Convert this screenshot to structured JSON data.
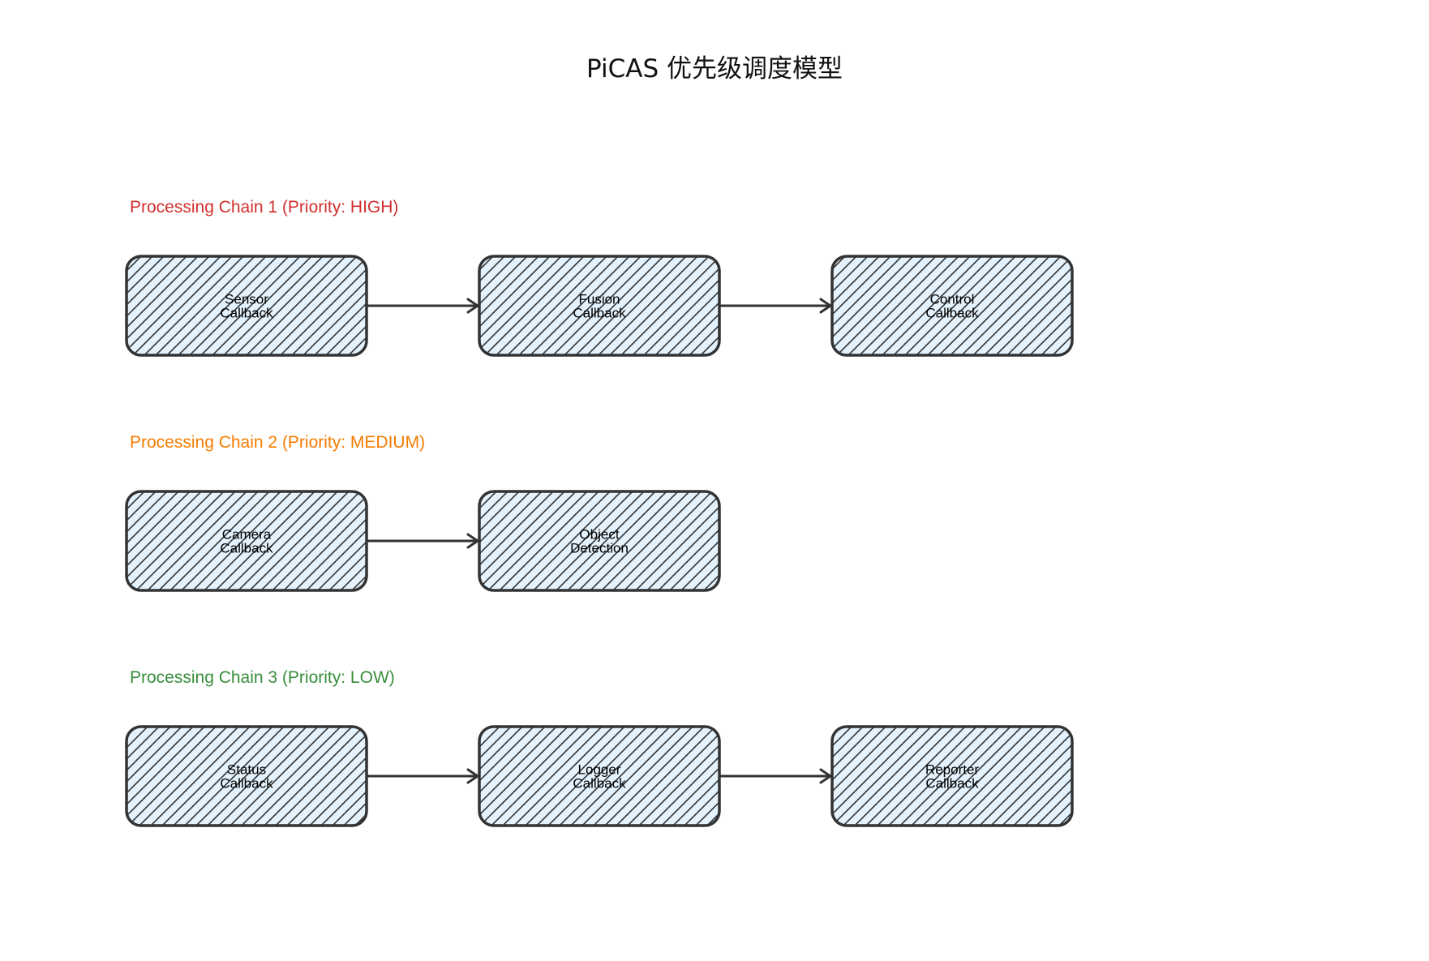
{
  "title": "PiCAS 优先级调度模型",
  "colors": {
    "node_fill": "#e3f2fd",
    "node_stroke": "#333333",
    "hatch": "#333333",
    "arrow": "#333333"
  },
  "chains": [
    {
      "label": "Processing Chain 1 (Priority: HIGH)",
      "color": "#d32f2f",
      "nodes": [
        {
          "lines": [
            "Sensor",
            "Callback"
          ]
        },
        {
          "lines": [
            "Fusion",
            "Callback"
          ]
        },
        {
          "lines": [
            "Control",
            "Callback"
          ]
        }
      ]
    },
    {
      "label": "Processing Chain 2 (Priority: MEDIUM)",
      "color": "#f57c00",
      "nodes": [
        {
          "lines": [
            "Camera",
            "Callback"
          ]
        },
        {
          "lines": [
            "Object",
            "Detection"
          ]
        }
      ]
    },
    {
      "label": "Processing Chain 3 (Priority: LOW)",
      "color": "#388e3c",
      "nodes": [
        {
          "lines": [
            "Status",
            "Callback"
          ]
        },
        {
          "lines": [
            "Logger",
            "Callback"
          ]
        },
        {
          "lines": [
            "Reporter",
            "Callback"
          ]
        }
      ]
    }
  ]
}
